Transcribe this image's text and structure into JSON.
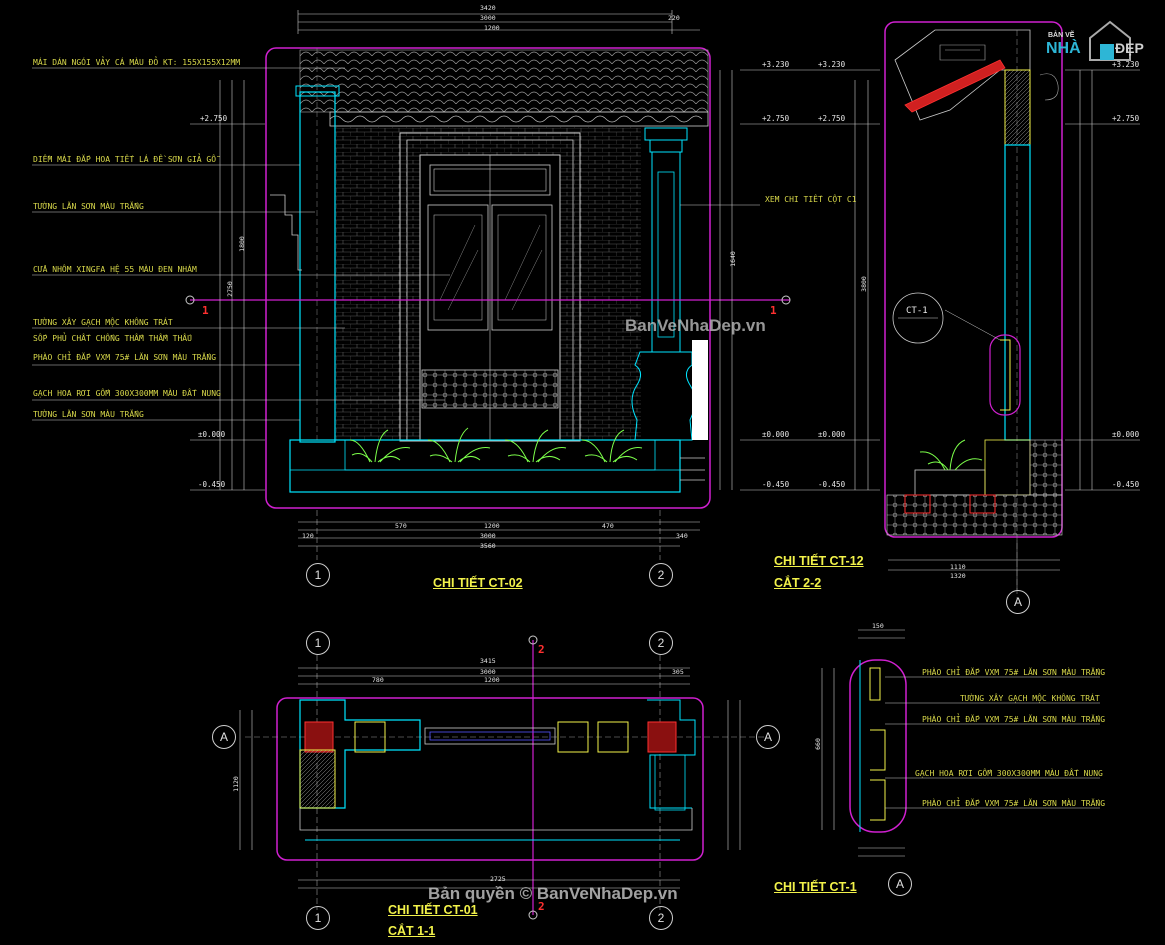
{
  "watermark": {
    "center": "BanVeNhaDep.vn",
    "bottom": "Bản quyền © BanVeNhaDep.vn",
    "logo_small": "BẢN VẼ",
    "logo_nha": "NHÀ",
    "logo_dep": "ĐẸP"
  },
  "colors": {
    "background": "#000000",
    "wall": "#00e5ff",
    "frame": "#d020d0",
    "annotation": "#d8d84a",
    "title": "#f2f24a",
    "plant": "#7cff4a",
    "section": "#ff3030",
    "dimension": "#e6e6e6"
  },
  "annotations": {
    "a1": "MÁI DÁN NGÓI VẢY CÁ MÀU ĐỎ KT: 155X155X12MM",
    "a2": "DIỀM MÁI ĐẮP HOA TIẾT LÁ ĐỀ SƠN GIẢ GỖ",
    "a3": "TƯỜNG LĂN SƠN MÀU TRẮNG",
    "a4": "CỬA NHÔM XINGFA HỆ 55 MÀU ĐEN NHÁM",
    "a5": "TƯỜNG XÂY GẠCH MỘC KHÔNG TRÁT",
    "a6": "SỐP PHỦ CHẤT CHỐNG THẤM THẤM THẤU",
    "a7": "PHÀO CHỈ ĐẮP VXM 75# LĂN SƠN MÀU TRẮNG",
    "a8": "GẠCH HOA RƠI GỐM 300X300MM MÀU ĐẤT NUNG",
    "a9": "TƯỜNG LĂN SƠN MÀU TRẮNG",
    "column_note": "XEM CHI TIẾT CỘT C1",
    "ct1_label": "CT-1",
    "ct1_1": "PHÀO CHỈ ĐẮP VXM 75# LĂN SƠN MÀU TRẮNG",
    "ct1_2": "TƯỜNG XÂY GẠCH MỘC KHÔNG TRÁT",
    "ct1_3": "PHÀO CHỈ ĐẮP VXM 75# LĂN SƠN MÀU TRẮNG",
    "ct1_4": "GẠCH HOA RƠI GỐM 300X300MM MÀU ĐẤT NUNG",
    "ct1_5": "PHÀO CHỈ ĐẮP VXM 75# LĂN SƠN MÀU TRẮNG"
  },
  "titles": {
    "ct02": "CHI TIẾT CT-02",
    "ct12": "CHI TIẾT CT-12",
    "cut22": "CẮT 2-2",
    "ct01": "CHI TIẾT CT-01",
    "cut11": "CẮT 1-1",
    "ct1": "CHI TIẾT CT-1"
  },
  "levels": {
    "l1": "+3.230",
    "l2": "+2.750",
    "l3": "±0.000",
    "l4": "-0.450"
  },
  "axes": {
    "ax1": "1",
    "ax2": "2",
    "axA": "A",
    "sec1": "1",
    "sec2": "2"
  },
  "dimensions": {
    "top_total": "3420",
    "top_mid": "3000",
    "top_mid2": "1200",
    "top_220": "220",
    "bot_3560": "3560",
    "bot_3000": "3000",
    "bot_1200": "1200",
    "bot_470": "470",
    "bot_570": "570",
    "bot_340": "340",
    "bot_120": "120",
    "h_2750": "2750",
    "h_1800": "1800",
    "h_1640": "1640",
    "h_3800": "3800",
    "plan_3415": "3415",
    "plan_3000": "3000",
    "plan_780": "780",
    "plan_1200": "1200",
    "plan_305": "305",
    "plan_2725": "2725",
    "plan_1120": "1120",
    "sec_1110": "1110",
    "sec_1320": "1320",
    "ct1_150": "150",
    "ct1_660": "660"
  }
}
